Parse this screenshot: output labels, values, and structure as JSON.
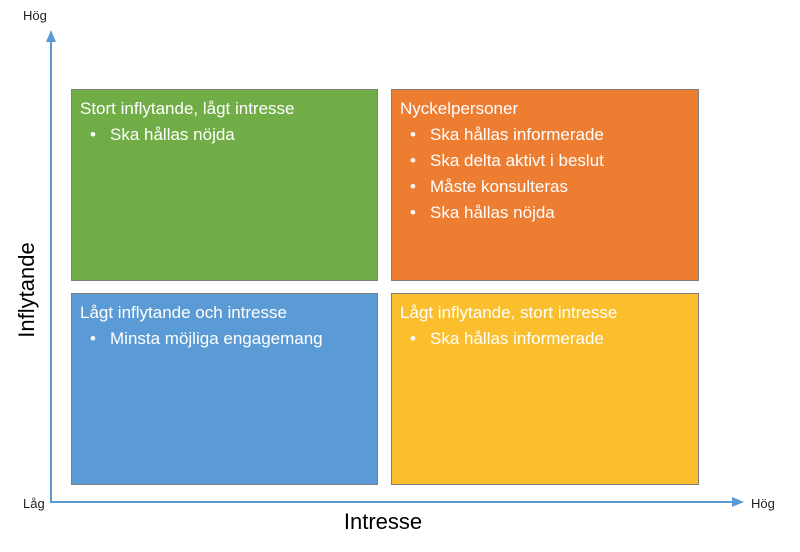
{
  "axes": {
    "y_label": "Inflytande",
    "x_label": "Intresse",
    "y_high": "Hög",
    "y_low": "Låg",
    "x_high": "Hög",
    "color": "#5b9bd5"
  },
  "quadrants": {
    "top_left": {
      "color": "#70ad47",
      "title": "Stort inflytande, lågt intresse",
      "items": [
        "Ska hållas nöjda"
      ]
    },
    "top_right": {
      "color": "#ed7d31",
      "title": "Nyckelpersoner",
      "items": [
        "Ska hållas informerade",
        "Ska delta aktivt i beslut",
        "Måste konsulteras",
        "Ska hållas nöjda"
      ]
    },
    "bottom_left": {
      "color": "#5b9bd5",
      "title": "Lågt inflytande och intresse",
      "items": [
        "Minsta möjliga engagemang"
      ]
    },
    "bottom_right": {
      "color": "#fbbf2d",
      "title": "Lågt inflytande, stort intresse",
      "items": [
        "Ska hållas informerade"
      ]
    }
  }
}
